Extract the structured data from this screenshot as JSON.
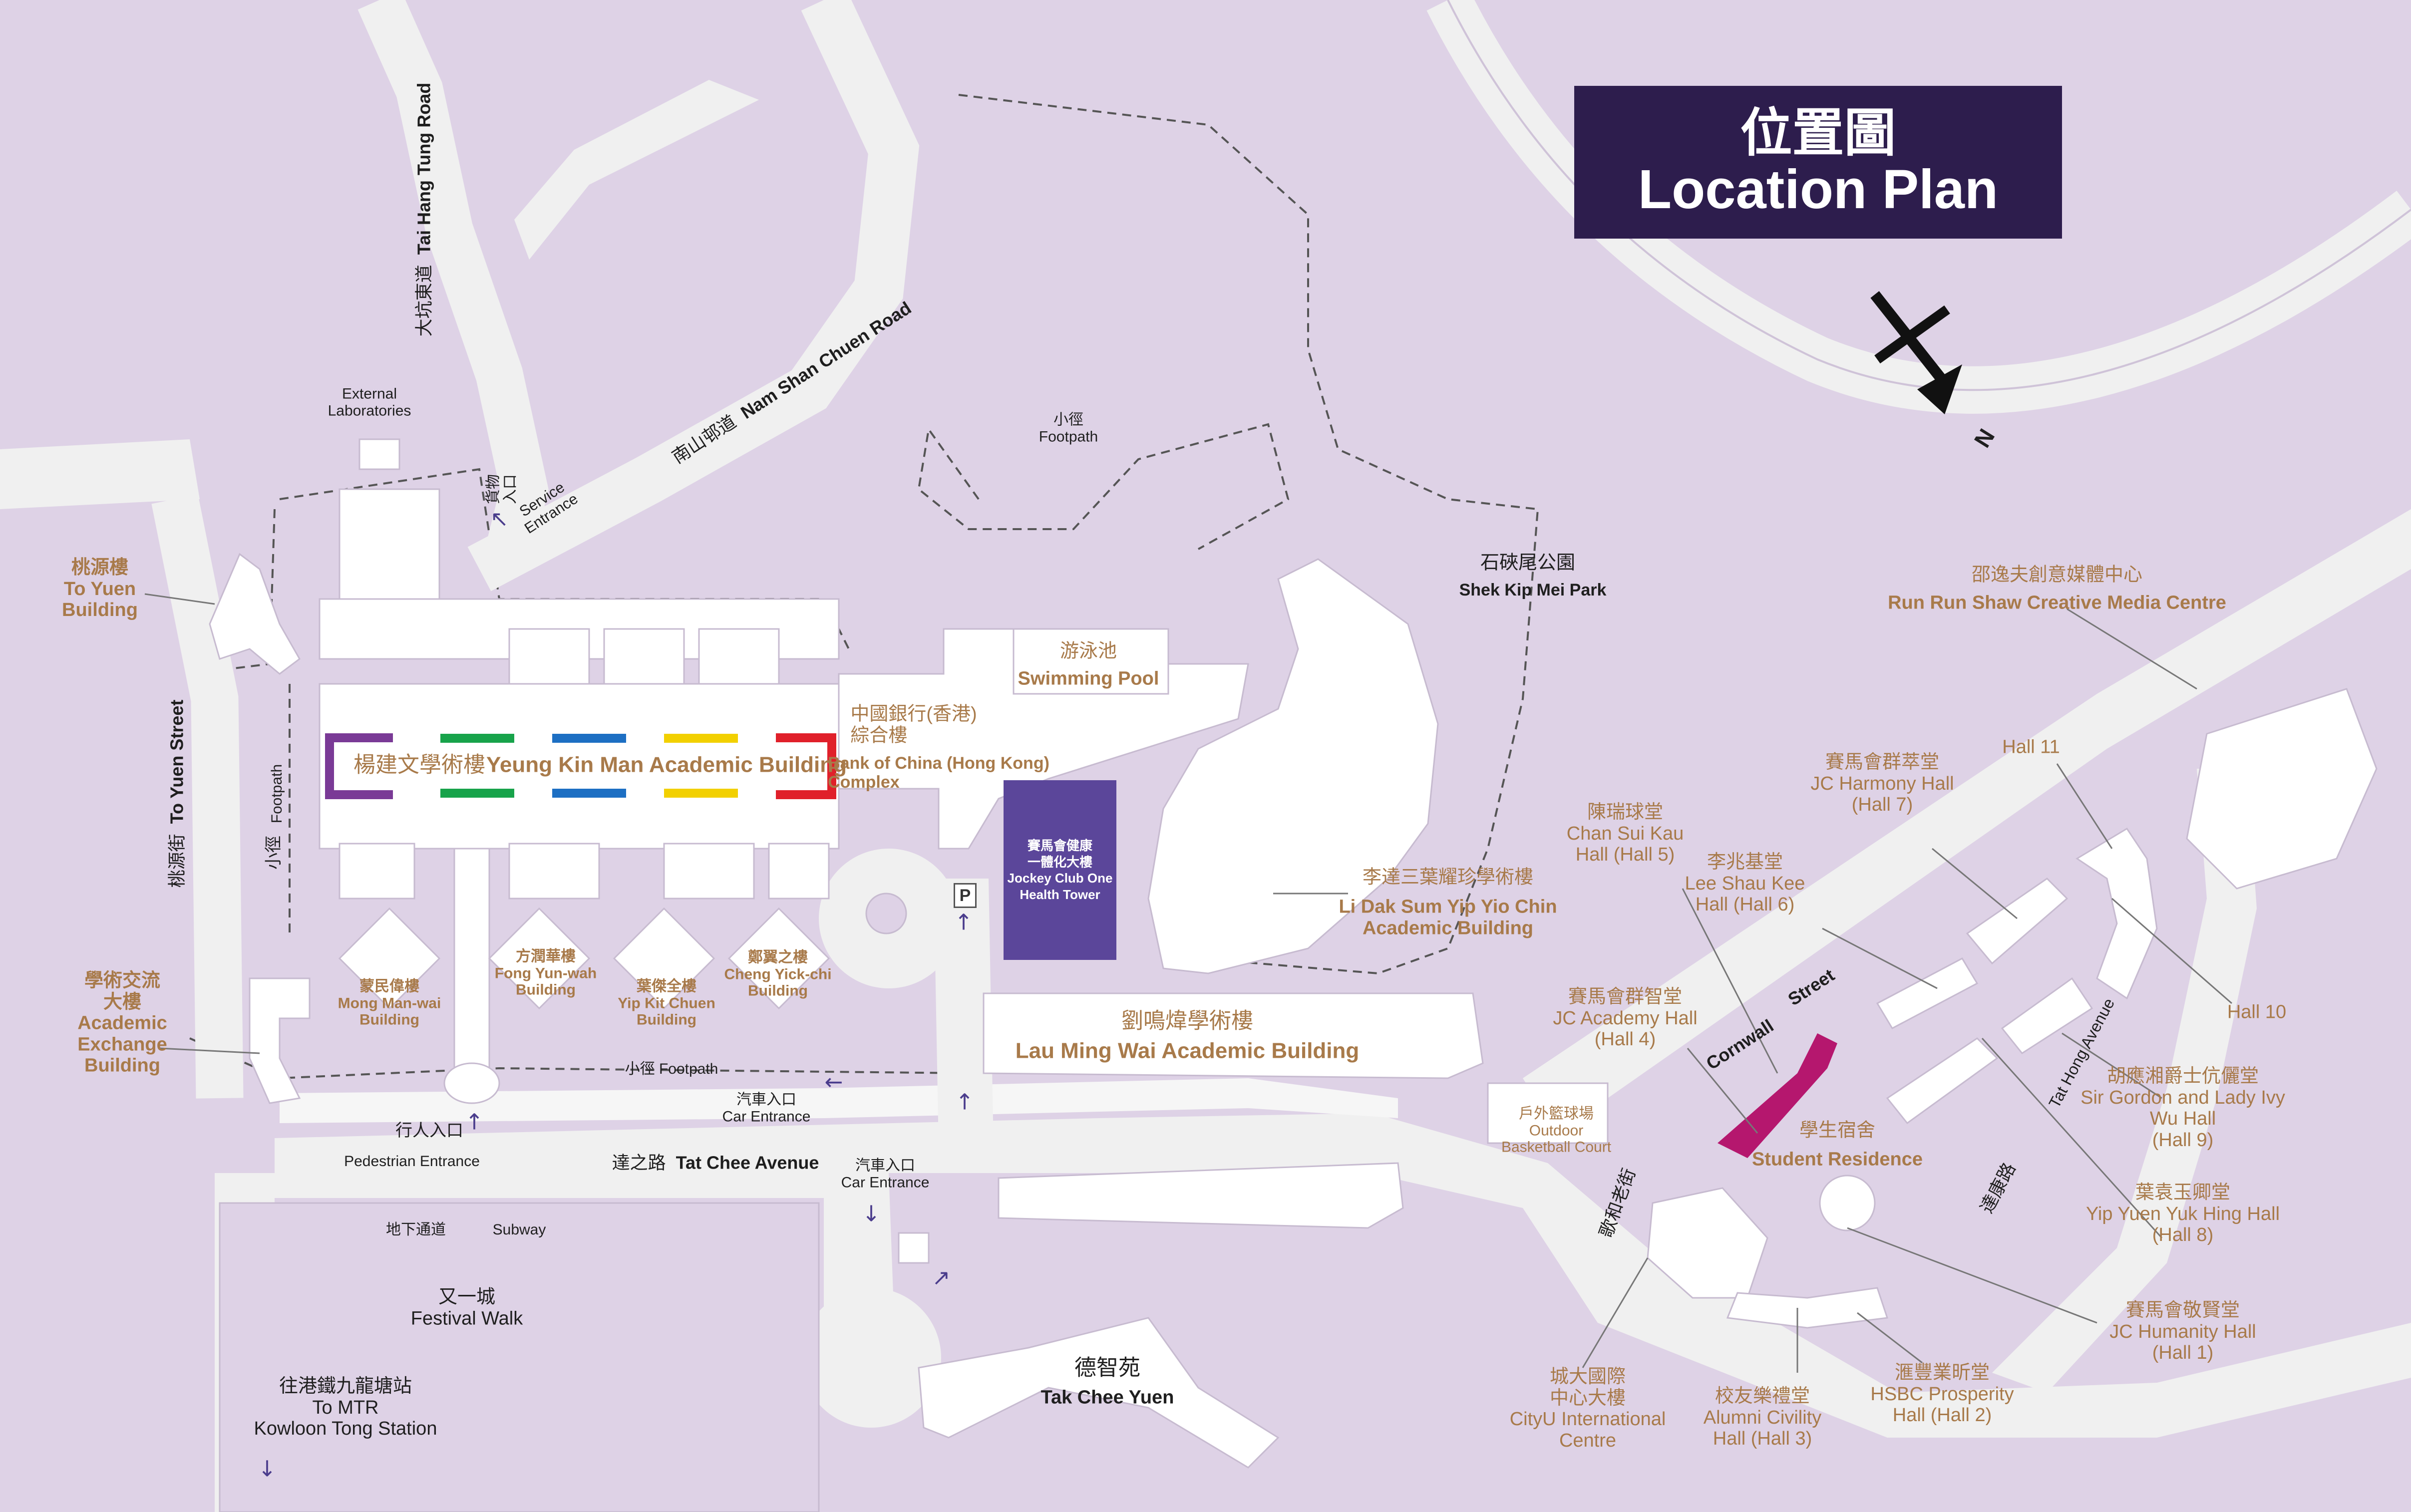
{
  "title": {
    "zh": "位置圖",
    "en": "Location Plan"
  },
  "north": {
    "letter": "N"
  },
  "colors": {
    "background": "#ded2e6",
    "road": "#f0f0f0",
    "building": "#ffffff",
    "title_box": "#2d1d4d",
    "health_tower": "#5b469a",
    "student_residence": "#b5176e",
    "building_label": "#a87a4a"
  },
  "icons": [
    "north-arrow-icon",
    "parking-icon",
    "entrance-arrow-icon",
    "subway-arrow-icon"
  ],
  "parking": {
    "letter": "P"
  },
  "health_tower": {
    "line1": "賽馬會健康",
    "line2": "一體化大樓",
    "line3": "Jockey Club One",
    "line4": "Health Tower"
  },
  "ykm_wings": [
    "#7a3a96",
    "#17a34a",
    "#1d6fc3",
    "#f2d000",
    "#e0202a"
  ],
  "labels": {
    "to_yuen_building": "桃源樓\nTo Yuen\nBuilding",
    "academic_exchange": "學術交流\n大樓\nAcademic\nExchange\nBuilding",
    "ykm_zh": "楊建文學術樓",
    "ykm_en": "Yeung Kin Man Academic Building",
    "mong_man_wai": "蒙民偉樓\nMong Man-wai\nBuilding",
    "fong_yun_wah": "方潤華樓\nFong Yun-wah\nBuilding",
    "yip_kit_chuen": "葉傑全樓\nYip Kit Chuen\nBuilding",
    "cheng_yick_chi": "鄭翼之樓\nCheng Yick-chi\nBuilding",
    "boc_zh": "中國銀行(香港)\n綜合樓",
    "boc_en": "Bank of China (Hong Kong)\nComplex",
    "pool_zh": "游泳池",
    "pool_en": "Swimming Pool",
    "footpath_top": "小徑\nFootpath",
    "external_labs": "External\nLaboratories",
    "service_zh": "貨物\n入口",
    "service_en": "Service\nEntrance",
    "shek_kip_mei_zh": "石硤尾公園",
    "shek_kip_mei_en": "Shek Kip Mei Park",
    "run_run_shaw_zh": "邵逸夫創意媒體中心",
    "run_run_shaw_en": "Run Run Shaw Creative Media Centre",
    "li_dak_sum_zh": "李達三葉耀珍學術樓",
    "li_dak_sum_en": "Li Dak Sum Yip Yio Chin\nAcademic Building",
    "lau_ming_wai_zh": "劉鳴煒學術樓",
    "lau_ming_wai_en": "Lau Ming Wai Academic Building",
    "chan_sui_kau": "陳瑞球堂\nChan Sui Kau\nHall (Hall 5)",
    "jc_harmony": "賽馬會群萃堂\nJC Harmony Hall\n(Hall 7)",
    "lee_shau_kee": "李兆基堂\nLee Shau Kee\nHall (Hall 6)",
    "hall_11": "Hall 11",
    "hall_10": "Hall 10",
    "jc_academy": "賽馬會群智堂\nJC Academy Hall\n(Hall 4)",
    "sir_gordon": "胡應湘爵士伉儷堂\nSir Gordon and Lady Ivy Wu Hall\n(Hall 9)",
    "student_res_zh": "學生宿舍",
    "student_res_en": "Student Residence",
    "outdoor_court": "戶外籃球場\nOutdoor\nBasketball Court",
    "yip_yuen_yuk": "葉袁玉卿堂\nYip Yuen Yuk Hing Hall\n(Hall 8)",
    "jc_humanity": "賽馬會敬賢堂\nJC Humanity Hall\n(Hall 1)",
    "hsbc": "滙豐業昕堂\nHSBC Prosperity\nHall (Hall 2)",
    "alumni": "校友樂禮堂\nAlumni Civility\nHall (Hall 3)",
    "cityu_centre": "城大國際\n中心大樓\nCityU International\nCentre",
    "tak_chee_yuen_zh": "德智苑",
    "tak_chee_yuen_en": "Tak Chee Yuen",
    "festival_walk": "又一城\nFestival  Walk",
    "mtr": "往港鐵九龍塘站\nTo MTR\nKowloon Tong Station",
    "pedestrian_zh": "行人入口",
    "pedestrian_en": "Pedestrian  Entrance",
    "subway_zh": "地下通道",
    "subway_en": "Subway",
    "car_entrance_1": "汽車入口\nCar Entrance",
    "car_entrance_2": "汽車入口\nCar  Entrance",
    "footpath_mid_zh": "小徑",
    "footpath_mid_en": "Footpath",
    "footpath_left": "小徑  Footpath"
  },
  "streets": {
    "tat_chee_zh": "達之路",
    "tat_chee_en": "Tat Chee Avenue",
    "to_yuen_zh": "桃源街",
    "to_yuen_en": "To Yuen Street",
    "tai_hang_tung_zh": "大坑東道",
    "tai_hang_tung_en": "Tai Hang Tung Road",
    "nam_shan_zh": "南山邨道",
    "nam_shan_en": "Nam Shan Chuen Road",
    "cornwall_en1": "Cornwall",
    "cornwall_en2": "Street",
    "cornwall_zh": "歌和老街",
    "tat_hong_zh": "達康路",
    "tat_hong_en": "Tat Hong Avenue"
  }
}
